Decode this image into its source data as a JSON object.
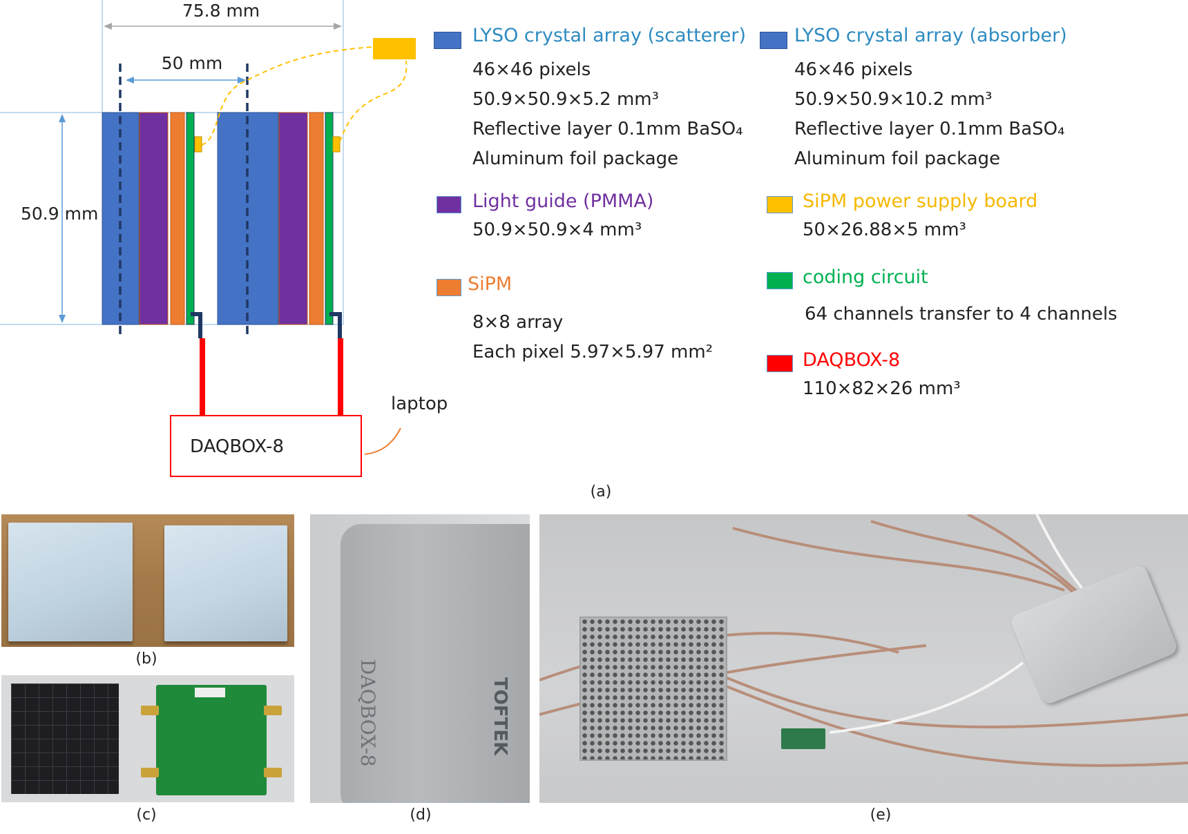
{
  "diagram": {
    "dims": {
      "width_total": "75.8 mm",
      "gap": "50 mm",
      "height": "50.9 mm"
    },
    "daqbox_label": "DAQBOX-8",
    "laptop_label": "laptop"
  },
  "legend": [
    {
      "title": "LYSO crystal array (scatterer)",
      "color": "#4472C4",
      "title_color": "#2E8BC0",
      "lines": [
        "46×46 pixels",
        "50.9×50.9×5.2 mm³",
        "Reflective layer 0.1mm BaSO₄",
        "Aluminum foil package"
      ]
    },
    {
      "title": "LYSO crystal array (absorber)",
      "color": "#4472C4",
      "title_color": "#2E8BC0",
      "lines": [
        "46×46 pixels",
        "50.9×50.9×10.2 mm³",
        "Reflective layer 0.1mm BaSO₄",
        "Aluminum foil package"
      ]
    },
    {
      "title": "Light guide (PMMA)",
      "color": "#7030A0",
      "title_color": "#7030A0",
      "lines": [
        "50.9×50.9×4 mm³"
      ]
    },
    {
      "title": "SiPM power supply board",
      "color": "#FFC000",
      "title_color": "#F5B800",
      "lines": [
        "50×26.88×5 mm³"
      ]
    },
    {
      "title": "SiPM",
      "color": "#ED7D31",
      "title_color": "#ED7D31",
      "lines": [
        "8×8 array",
        "Each pixel 5.97×5.97 mm²"
      ]
    },
    {
      "title": "coding circuit",
      "color": "#00B050",
      "title_color": "#00B050",
      "lines": [
        "64 channels transfer to 4 channels"
      ]
    },
    {
      "title": "DAQBOX-8",
      "color": "#FF0000",
      "title_color": "#FF0000",
      "lines": [
        "110×82×26 mm³"
      ]
    }
  ],
  "captions": {
    "a": "(a)",
    "b": "(b)",
    "c": "(c)",
    "d": "(d)",
    "e": "(e)"
  },
  "photos": {
    "d_text": "DAQBOX-8",
    "d_brand": "TOFTEK"
  },
  "colors": {
    "crystal": "#4472C4",
    "lightguide": "#7030A0",
    "sipm": "#ED7D31",
    "coding": "#00B050",
    "power": "#FFC000",
    "daq": "#FF0000",
    "dim": "#5B9BD5"
  }
}
